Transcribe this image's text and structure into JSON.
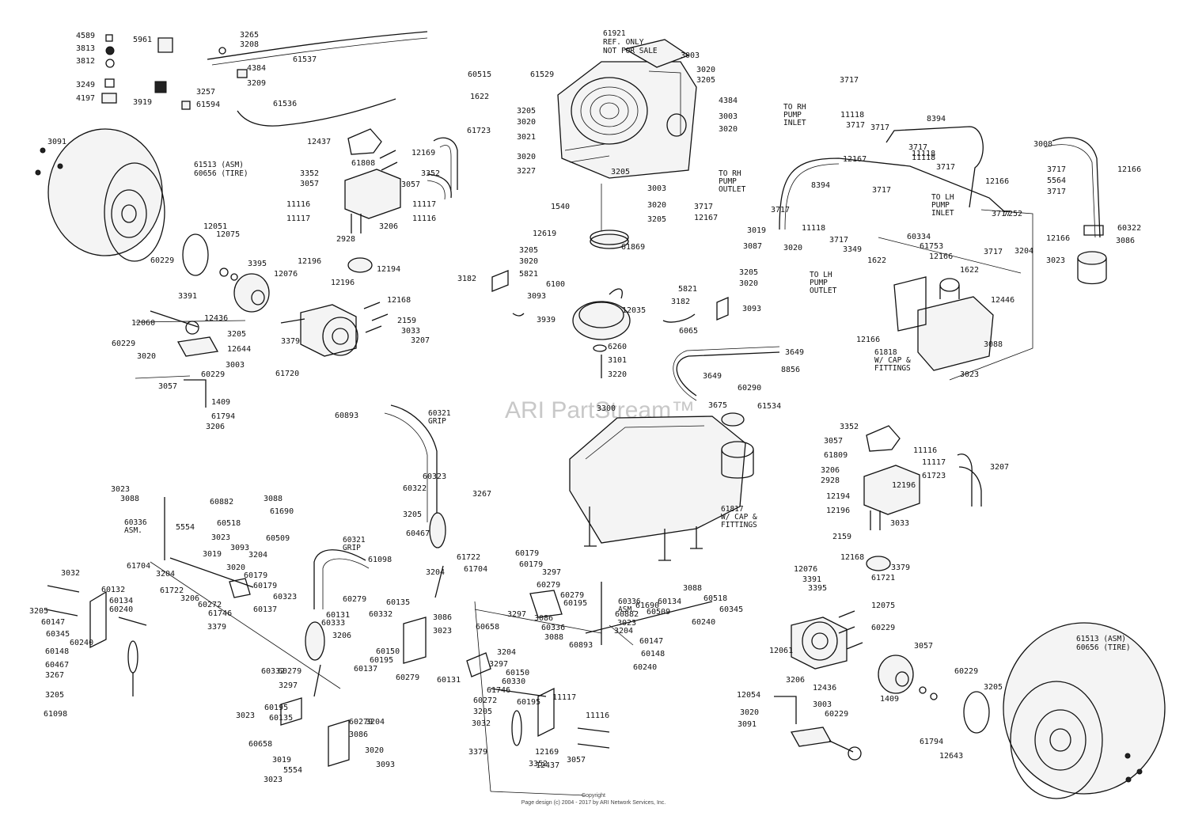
{
  "watermark": "ARI PartStream™",
  "footer": {
    "line1": "Copyright",
    "line2": "Page design (c) 2004 - 2017 by ARI Network Services, Inc."
  },
  "notes": {
    "engine": [
      "61921",
      "REF. ONLY",
      "NOT FOR SALE"
    ],
    "wheel_left": [
      "61513 (ASM)",
      "60656 (TIRE)"
    ],
    "wheel_right": [
      "61513 (ASM)",
      "60656 (TIRE)"
    ],
    "rh_pump_inlet": [
      "TO RH",
      "PUMP",
      "INLET"
    ],
    "rh_pump_outlet": [
      "TO RH",
      "PUMP",
      "OUTLET"
    ],
    "lh_pump_inlet": [
      "TO LH",
      "PUMP",
      "INLET"
    ],
    "lh_pump_outlet": [
      "TO LH",
      "PUMP",
      "OUTLET"
    ],
    "reservoir": [
      "61818",
      "W/ CAP &",
      "FITTINGS"
    ],
    "fuel_tank": [
      "61817",
      "W/ CAP &",
      "FITTINGS"
    ],
    "grip_top": [
      "60321",
      "GRIP"
    ],
    "grip_left": [
      "60321",
      "GRIP"
    ],
    "asm_left": [
      "60336",
      "ASM."
    ],
    "asm_right": [
      "60336",
      "ASM."
    ]
  },
  "labels": [
    "4589",
    "3813",
    "3812",
    "3249",
    "4197",
    "5961",
    "3919",
    "3265",
    "3208",
    "61537",
    "4384",
    "3209",
    "3257",
    "61594",
    "61536",
    "3091",
    "12437",
    "12169",
    "61808",
    "3352",
    "3057",
    "3352",
    "3057",
    "11116",
    "11117",
    "11117",
    "11116",
    "3206",
    "2928",
    "12196",
    "12194",
    "12196",
    "12051",
    "12075",
    "3395",
    "60229",
    "3391",
    "12076",
    "12168",
    "12060",
    "12436",
    "3205",
    "60229",
    "3020",
    "12644",
    "3003",
    "2159",
    "3033",
    "3207",
    "3379",
    "61720",
    "60229",
    "3057",
    "1409",
    "61794",
    "3206",
    "61723",
    "60515",
    "61529",
    "1622",
    "3205",
    "3020",
    "3021",
    "3020",
    "3227",
    "3003",
    "3020",
    "3205",
    "3003",
    "3020",
    "3205",
    "4384",
    "3003",
    "3020",
    "3205",
    "1540",
    "12619",
    "61869",
    "3205",
    "3020",
    "5821",
    "3182",
    "3093",
    "6100",
    "3939",
    "12035",
    "6260",
    "3101",
    "3220",
    "5821",
    "3205",
    "3020",
    "3182",
    "3093",
    "6065",
    "3649",
    "8856",
    "3649",
    "60290",
    "3675",
    "3300",
    "61534",
    "3717",
    "11118",
    "8394",
    "3717",
    "12167",
    "3717",
    "11118",
    "3717",
    "8394",
    "3717",
    "3717",
    "11118",
    "3717",
    "3717",
    "12167",
    "3717",
    "11118",
    "3717",
    "3087",
    "3019",
    "3020",
    "3349",
    "60334",
    "61753",
    "12166",
    "1622",
    "1622",
    "12166",
    "3717",
    "12446",
    "3088",
    "3023",
    "3008",
    "12166",
    "3717",
    "5564",
    "3717",
    "12166",
    "7252",
    "12166",
    "60322",
    "3086",
    "3023",
    "3204",
    "60893",
    "3023",
    "3088",
    "60882",
    "3088",
    "60518",
    "61690",
    "60509",
    "5554",
    "3093",
    "3023",
    "3019",
    "61704",
    "3204",
    "3020",
    "60179",
    "3204",
    "60179",
    "61722",
    "3206",
    "60272",
    "61746",
    "3379",
    "60137",
    "3032",
    "60132",
    "3205",
    "60134",
    "60147",
    "60240",
    "60345",
    "60240",
    "60148",
    "60467",
    "3267",
    "3205",
    "61098",
    "60323",
    "60322",
    "3267",
    "3205",
    "60467",
    "61098",
    "60323",
    "60279",
    "60131",
    "60333",
    "3206",
    "61722",
    "3204",
    "61704",
    "60179",
    "60179",
    "3297",
    "60279",
    "3297",
    "60279",
    "60195",
    "60135",
    "60332",
    "3086",
    "3023",
    "60658",
    "3204",
    "60150",
    "60195",
    "60137",
    "60279",
    "60131",
    "3297",
    "60150",
    "60330",
    "60195",
    "60332",
    "60195",
    "60279",
    "3297",
    "60135",
    "3023",
    "60279",
    "3086",
    "3204",
    "60658",
    "3020",
    "3019",
    "3093",
    "5554",
    "3023",
    "3086",
    "60336",
    "3088",
    "60893",
    "3023",
    "60882",
    "3204",
    "61690",
    "60509",
    "3088",
    "60518",
    "60134",
    "60345",
    "60240",
    "60147",
    "60148",
    "60240",
    "61746",
    "60272",
    "3205",
    "3032",
    "3379",
    "12437",
    "11117",
    "11116",
    "12169",
    "3352",
    "3057",
    "3352",
    "3057",
    "61809",
    "11116",
    "11117",
    "61723",
    "3206",
    "2928",
    "12196",
    "12194",
    "12196",
    "3207",
    "3033",
    "2159",
    "12168",
    "3379",
    "61721",
    "12076",
    "3391",
    "3395",
    "12075",
    "60229",
    "12061",
    "3057",
    "60229",
    "1409",
    "3205",
    "61794",
    "12643",
    "3206",
    "12436",
    "12054",
    "3003",
    "3020",
    "60229",
    "3091"
  ]
}
